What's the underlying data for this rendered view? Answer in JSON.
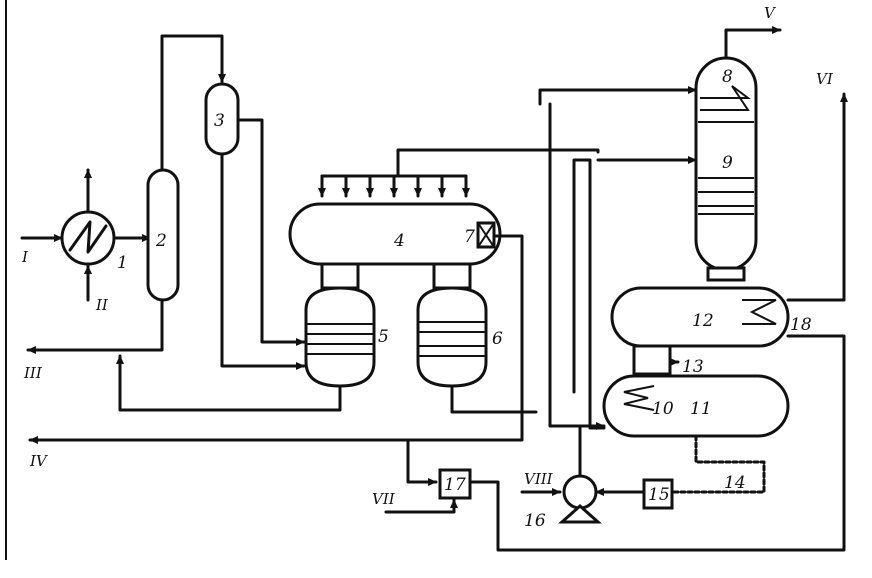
{
  "equipment_labels": {
    "e1": "1",
    "e2": "2",
    "e3": "3",
    "e4": "4",
    "e5": "5",
    "e6": "6",
    "e7": "7",
    "e8": "8",
    "e9": "9",
    "e10": "10",
    "e11": "11",
    "e12": "12",
    "e13": "13",
    "e14": "14",
    "e15": "15",
    "e16": "16",
    "e17": "17",
    "e18": "18"
  },
  "stream_labels": {
    "I": "I",
    "II": "II",
    "III": "III",
    "IV": "IV",
    "V": "V",
    "VI": "VI",
    "VII": "VII",
    "VIII": "VIII"
  }
}
